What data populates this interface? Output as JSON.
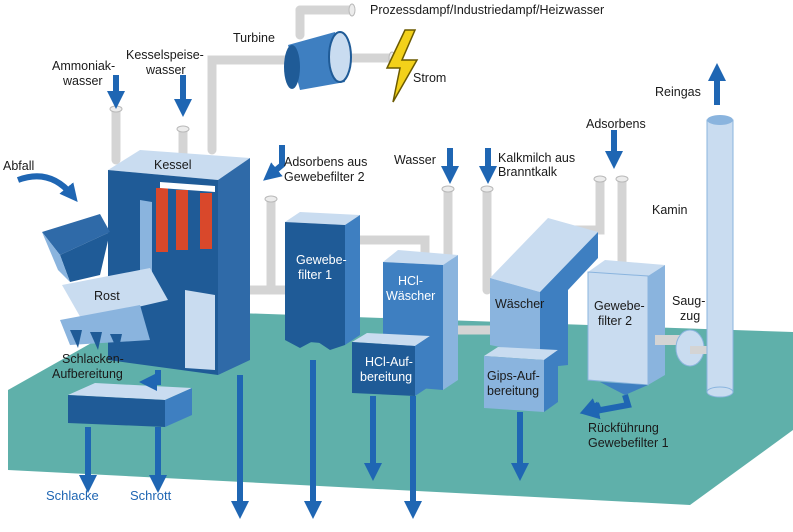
{
  "diagram": {
    "labels": {
      "process_steam": "Prozessdampf/Industriedampf/Heizwasser",
      "turbine": "Turbine",
      "power": "Strom",
      "boiler_feed_water": [
        "Kesselspeise-",
        "wasser"
      ],
      "ammonia_water": [
        "Ammoniak-",
        "wasser"
      ],
      "waste": "Abfall",
      "boiler": "Kessel",
      "grate": "Rost",
      "slag_processing": [
        "Schlacken-",
        "Aufbereitung"
      ],
      "adsorbent_return": [
        "Adsorbens aus",
        "Gewebefilter 2"
      ],
      "fabric_filter_1": [
        "Gewebe-",
        "filter 1"
      ],
      "water": "Wasser",
      "hcl_scrubber": [
        "HCl-",
        "Wäscher"
      ],
      "hcl_processing": [
        "HCl-Auf-",
        "bereitung"
      ],
      "lime_milk": [
        "Kalkmilch aus",
        "Branntkalk"
      ],
      "scrubber": "Wäscher",
      "gypsum_processing": [
        "Gips-Auf-",
        "bereitung"
      ],
      "adsorbent": "Adsorbens",
      "fabric_filter_2": [
        "Gewebe-",
        "filter 2"
      ],
      "induced_draft": [
        "Saug-",
        "zug"
      ],
      "recirculation": [
        "Rückführung",
        "Gewebefilter 1"
      ],
      "clean_gas": "Reingas",
      "chimney": "Kamin",
      "slag": "Schlacke",
      "scrap": "Schrott"
    },
    "colors": {
      "platform": "#5fb0aa",
      "dark_blue": "#1f5b97",
      "mid_blue": "#3e7fc1",
      "light_blue": "#8ab4de",
      "pale_blue": "#c9dcf0",
      "pipe": "#d9d9d9",
      "arrow_blue": "#1f66b3",
      "red": "#d9482b",
      "bolt": "#f3d11a"
    }
  }
}
